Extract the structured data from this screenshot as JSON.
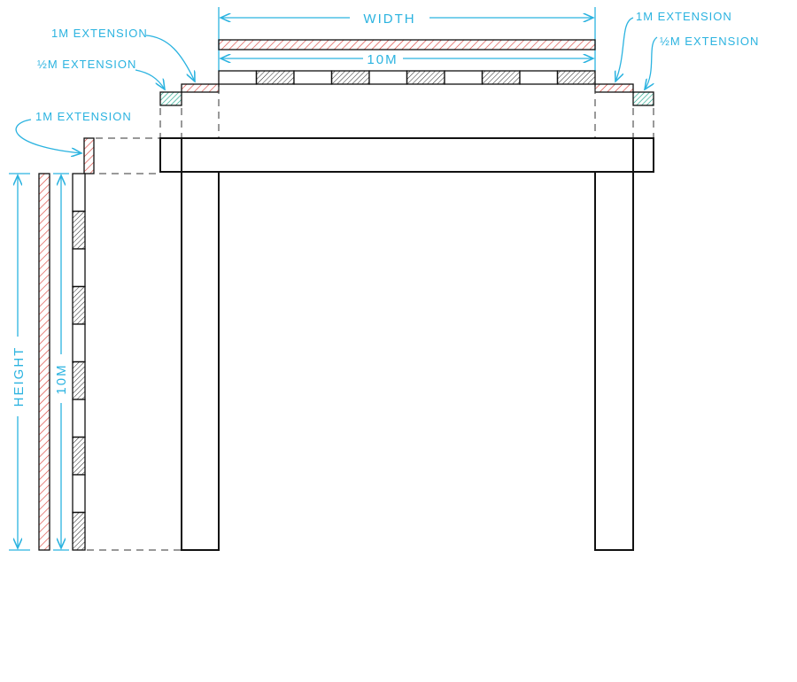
{
  "diagram": {
    "width_label": "WIDTH",
    "width_length": "10M",
    "height_label": "HEIGHT",
    "height_length": "10M",
    "labels": {
      "top_left_1m": "1M EXTENSION",
      "top_left_half": "½M EXTENSION",
      "top_right_1m": "1M EXTENSION",
      "top_right_half": "½M EXTENSION",
      "side_1m": "1M EXTENSION"
    },
    "colors": {
      "one_meter_extension": "#d9413a",
      "half_meter_extension": "#1aa58a",
      "annotation": "#2bb3e0",
      "structure": "#111111"
    },
    "segments_per_10m": 10
  }
}
